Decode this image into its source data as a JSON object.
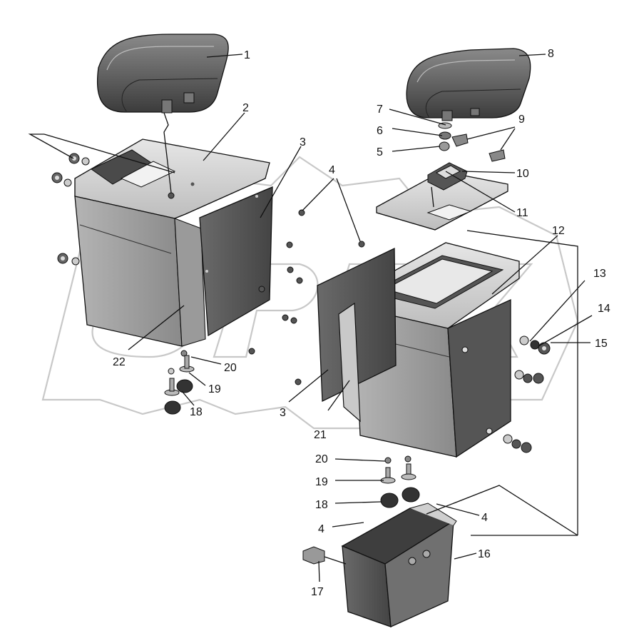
{
  "diagram": {
    "callouts": [
      {
        "id": "c1",
        "text": "1"
      },
      {
        "id": "c2",
        "text": "2"
      },
      {
        "id": "c3a",
        "text": "3"
      },
      {
        "id": "c3b",
        "text": "3"
      },
      {
        "id": "c4a",
        "text": "4"
      },
      {
        "id": "c4b",
        "text": "4"
      },
      {
        "id": "c4c",
        "text": "4"
      },
      {
        "id": "c5",
        "text": "5"
      },
      {
        "id": "c6",
        "text": "6"
      },
      {
        "id": "c7",
        "text": "7"
      },
      {
        "id": "c8",
        "text": "8"
      },
      {
        "id": "c9",
        "text": "9"
      },
      {
        "id": "c10",
        "text": "10"
      },
      {
        "id": "c11",
        "text": "11"
      },
      {
        "id": "c12",
        "text": "12"
      },
      {
        "id": "c13",
        "text": "13"
      },
      {
        "id": "c14",
        "text": "14"
      },
      {
        "id": "c15",
        "text": "15"
      },
      {
        "id": "c16",
        "text": "16"
      },
      {
        "id": "c17",
        "text": "17"
      },
      {
        "id": "c18a",
        "text": "18"
      },
      {
        "id": "c18b",
        "text": "18"
      },
      {
        "id": "c19a",
        "text": "19"
      },
      {
        "id": "c19b",
        "text": "19"
      },
      {
        "id": "c20a",
        "text": "20"
      },
      {
        "id": "c20b",
        "text": "20"
      },
      {
        "id": "c21",
        "text": "21"
      },
      {
        "id": "c22",
        "text": "22"
      }
    ],
    "watermark": {
      "text": "OPEX"
    }
  }
}
